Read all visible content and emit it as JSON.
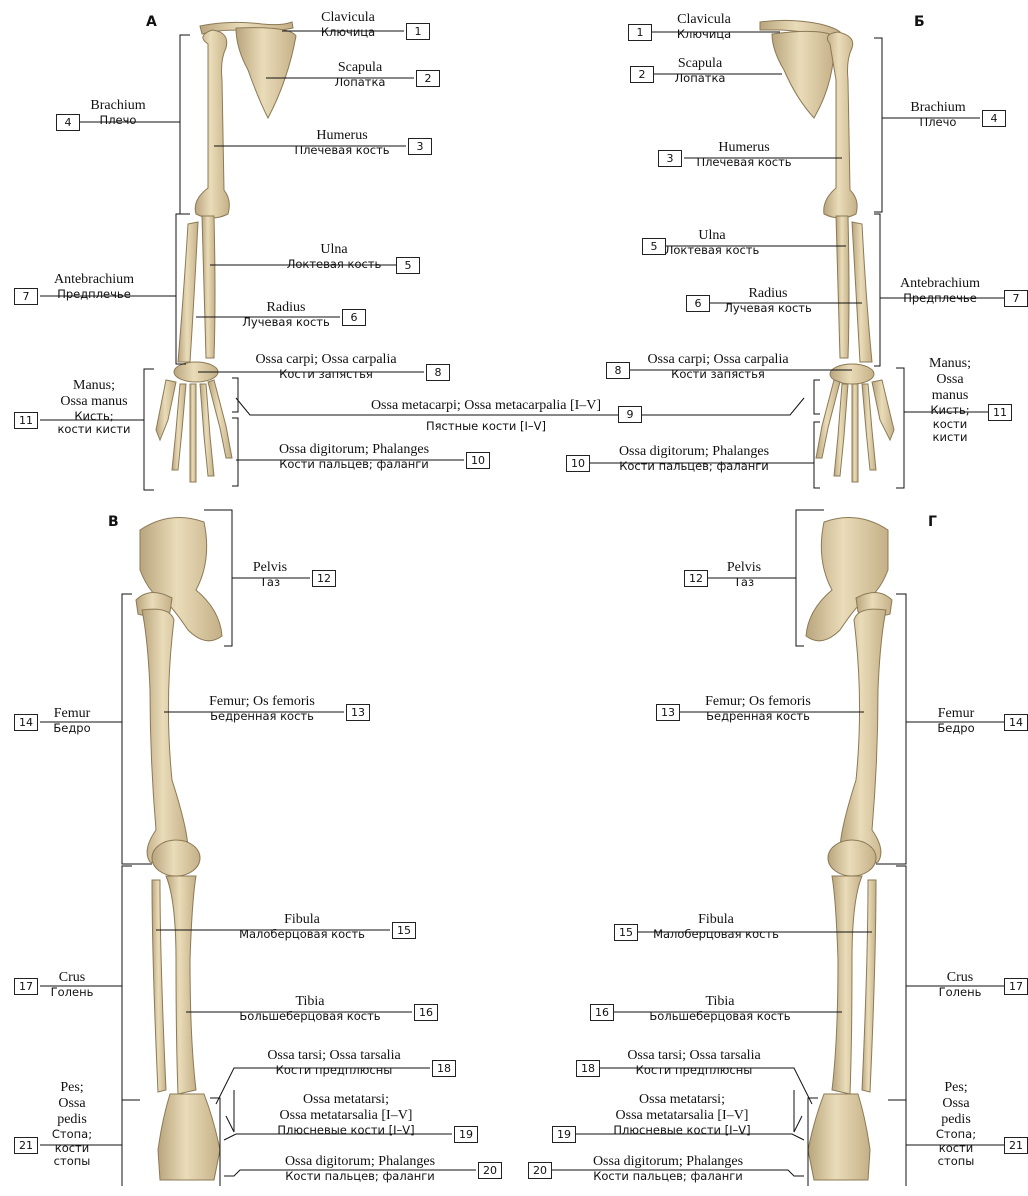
{
  "panels": {
    "a": "А",
    "b": "Б",
    "v": "В",
    "g": "Г"
  },
  "labels": {
    "clavicula": {
      "latin": "Clavicula",
      "russian": "Ключица",
      "number": "1"
    },
    "scapula": {
      "latin": "Scapula",
      "russian": "Лопатка",
      "number": "2"
    },
    "humerus": {
      "latin": "Humerus",
      "russian": "Плечевая кость",
      "number": "3"
    },
    "brachium": {
      "latin": "Brachium",
      "russian": "Плечо",
      "number": "4"
    },
    "ulna": {
      "latin": "Ulna",
      "russian": "Локтевая кость",
      "number": "5"
    },
    "radius": {
      "latin": "Radius",
      "russian": "Лучевая кость",
      "number": "6"
    },
    "antebrachium": {
      "latin": "Antebrachium",
      "russian": "Предплечье",
      "number": "7"
    },
    "carpus": {
      "latin": "Ossa carpi; Ossa carpalia",
      "russian": "Кости запястья",
      "number": "8"
    },
    "metacarpus": {
      "latin": "Ossa metacarpi; Ossa metacarpalia [I–V]",
      "russian": "Пястные кости [I–V]",
      "number": "9"
    },
    "phalanges_hand": {
      "latin": "Ossa digitorum; Phalanges",
      "russian": "Кости пальцев; фаланги",
      "number": "10"
    },
    "manus_a": {
      "latin": "Manus;",
      "latin2": "Ossa manus",
      "russian": "Кисть;",
      "russian2": "кости кисти",
      "number": "11"
    },
    "manus_b": {
      "latin": "Manus;",
      "latin2": "Ossa",
      "latin3": "manus",
      "russian": "Кисть;",
      "russian2": "кости",
      "russian3": "кисти",
      "number": "11"
    },
    "pelvis": {
      "latin": "Pelvis",
      "russian": "Таз",
      "number": "12"
    },
    "femur_bone": {
      "latin": "Femur; Os femoris",
      "russian": "Бедренная кость",
      "number": "13"
    },
    "femur_region": {
      "latin": "Femur",
      "russian": "Бедро",
      "number": "14"
    },
    "fibula": {
      "latin": "Fibula",
      "russian": "Малоберцовая кость",
      "number": "15"
    },
    "tibia": {
      "latin": "Tibia",
      "russian": "Большеберцовая кость",
      "number": "16"
    },
    "crus": {
      "latin": "Crus",
      "russian": "Голень",
      "number": "17"
    },
    "tarsus": {
      "latin": "Ossa tarsi; Ossa tarsalia",
      "russian": "Кости предплюсны",
      "number": "18"
    },
    "metatarsus": {
      "latin": "Ossa metatarsi;",
      "latin2": "Ossa metatarsalia [I–V]",
      "russian": "Плюсневые кости [I–V]",
      "number": "19"
    },
    "phalanges_foot": {
      "latin": "Ossa digitorum; Phalanges",
      "russian": "Кости пальцев; фаланги",
      "number": "20"
    },
    "pes": {
      "latin": "Pes;",
      "latin2": "Ossa",
      "latin3": "pedis",
      "russian": "Стопа;",
      "russian2": "кости",
      "russian3": "стопы",
      "number": "21"
    }
  },
  "colors": {
    "bone": "#e6d7b4",
    "bone_shade": "#b8a47c",
    "bone_dark": "#8c7a56",
    "line": "#111111"
  }
}
